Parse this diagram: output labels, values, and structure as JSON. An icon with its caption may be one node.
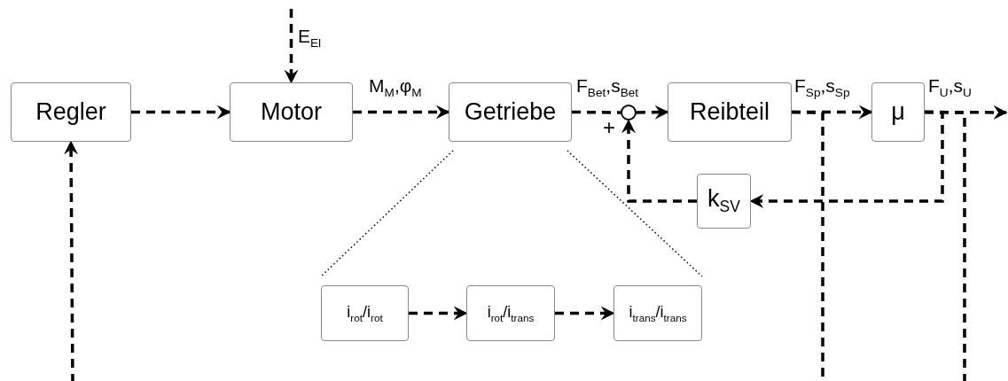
{
  "diagram": {
    "nodes": [
      {
        "text": [
          "Regler"
        ]
      },
      {
        "text": [
          "Motor"
        ]
      },
      {
        "text": [
          "Getriebe"
        ]
      },
      {
        "text": [],
        "shape": "circle"
      },
      {
        "text": [
          "Reibteil"
        ]
      },
      {
        "text": [
          "μ"
        ]
      },
      {
        "text": [
          "k$_{SV}$"
        ]
      },
      {
        "text": [
          "i$_{rot}$/i$_{rot}$"
        ]
      },
      {
        "text": [
          "i$_{rot}$/i$_{trans}$"
        ]
      },
      {
        "text": [
          "i$_{trans}$/i$_{trans}$"
        ]
      }
    ],
    "edges": [
      {
        "from": 0,
        "to": 1,
        "arrow": "to",
        "style": "dashed"
      },
      {
        "from": null,
        "to": 1,
        "arrow": "to",
        "style": "dashed",
        "label": "E$_{El}$"
      },
      {
        "from": 1,
        "to": 2,
        "arrow": "to",
        "style": "dashed",
        "label": "M$_{M}$,φ$_{M}$"
      },
      {
        "from": 2,
        "to": 3,
        "arrow": "none",
        "style": "dashed",
        "label": "F$_{Bet}$,s$_{Bet}$"
      },
      {
        "from": 3,
        "to": 4,
        "arrow": "to",
        "style": "dashed"
      },
      {
        "from": 4,
        "to": 5,
        "arrow": "to",
        "style": "dashed",
        "label": "F$_{Sp}$,s$_{Sp}$"
      },
      {
        "from": 5,
        "to": null,
        "arrow": "to",
        "style": "dashed",
        "label": "F$_{U}$,s$_{U}$"
      },
      {
        "from": 5,
        "to": 6,
        "arrow": "to",
        "style": "dashed"
      },
      {
        "from": 6,
        "to": 3,
        "arrow": "to",
        "style": "dashed"
      },
      {
        "from": 4,
        "to": null,
        "arrow": "none",
        "style": "dashed"
      },
      {
        "from": 5,
        "to": null,
        "arrow": "none",
        "style": "dashed"
      },
      {
        "from": null,
        "to": 0,
        "arrow": "to",
        "style": "dashed"
      },
      {
        "from": 7,
        "to": 8,
        "arrow": "to",
        "style": "dashed"
      },
      {
        "from": 8,
        "to": 9,
        "arrow": "to",
        "style": "dashed"
      }
    ],
    "labels": [
      "+"
    ]
  }
}
